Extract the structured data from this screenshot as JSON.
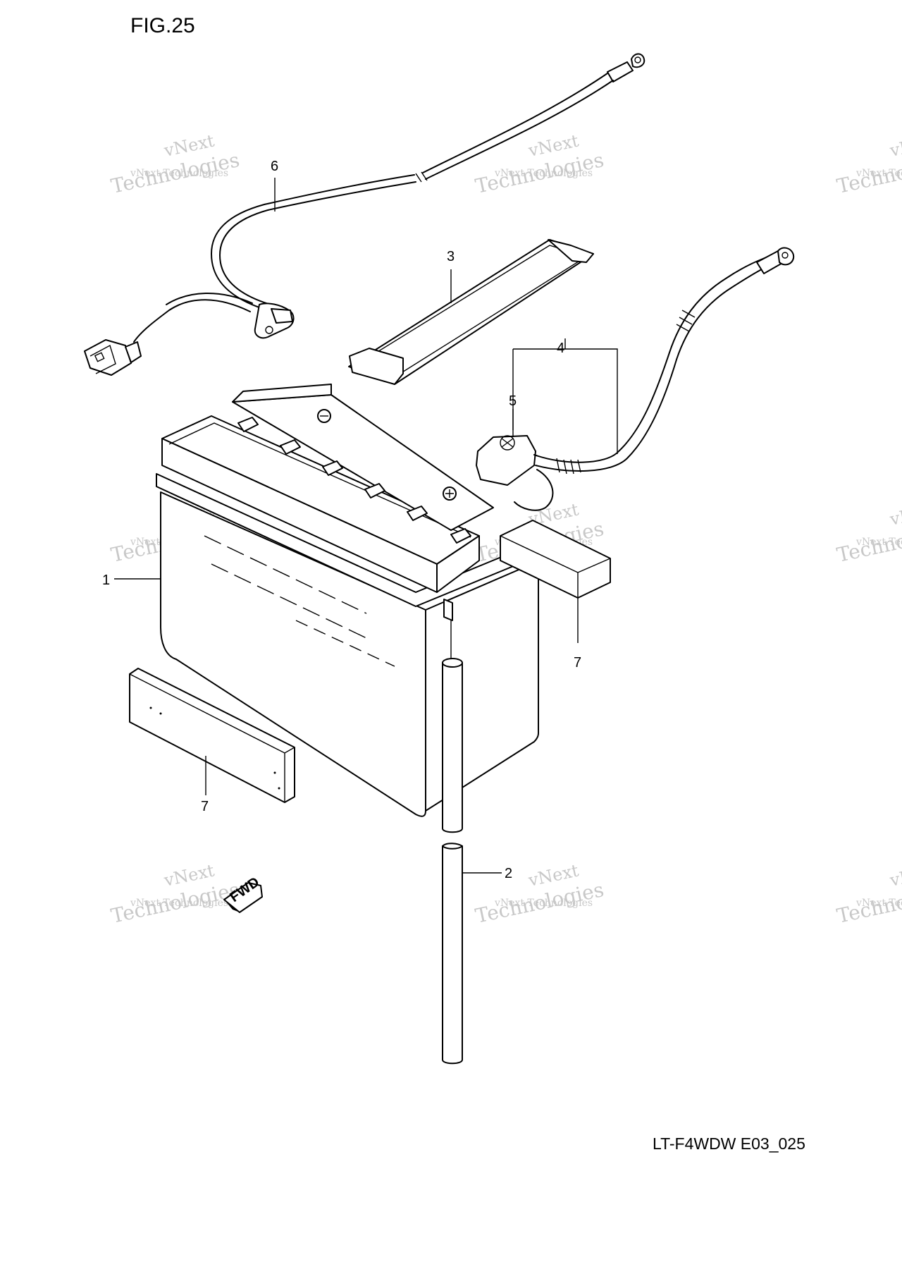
{
  "figure": {
    "title": "FIG.25",
    "drawing_code": "LT-F4WDW E03_025"
  },
  "callouts": [
    {
      "id": "c1",
      "label": "1"
    },
    {
      "id": "c2",
      "label": "2"
    },
    {
      "id": "c3",
      "label": "3"
    },
    {
      "id": "c4",
      "label": "4"
    },
    {
      "id": "c5",
      "label": "5"
    },
    {
      "id": "c6",
      "label": "6"
    },
    {
      "id": "c7a",
      "label": "7"
    },
    {
      "id": "c7b",
      "label": "7"
    }
  ],
  "watermark": {
    "line1": "vNext Technologies",
    "line2": "vNext",
    "line3": "Technologies"
  },
  "fwd_label": "FWD"
}
